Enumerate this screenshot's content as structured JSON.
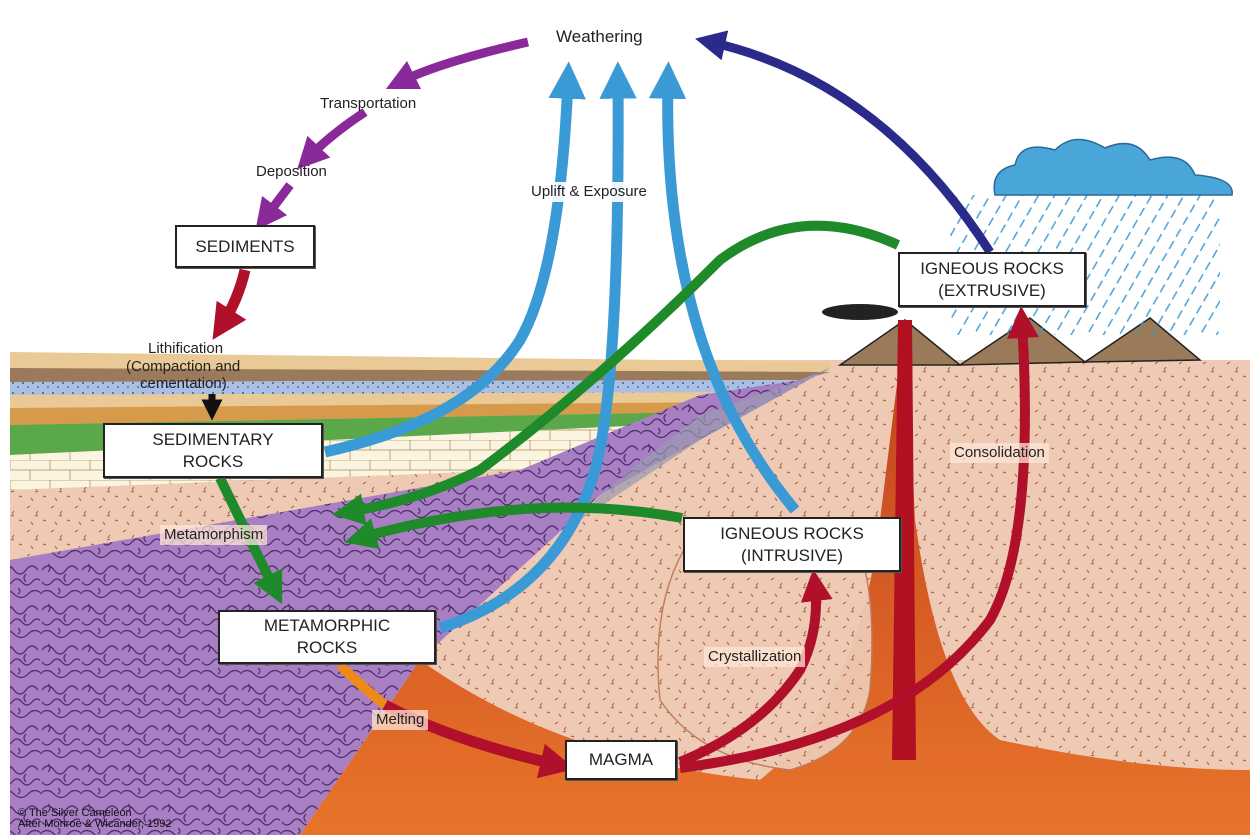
{
  "boxes": {
    "sediments": "SEDIMENTS",
    "sedimentary_rocks": [
      "SEDIMENTARY",
      "ROCKS"
    ],
    "metamorphic_rocks": [
      "METAMORPHIC",
      "ROCKS"
    ],
    "magma": "MAGMA",
    "igneous_intrusive": [
      "IGNEOUS ROCKS",
      "(INTRUSIVE)"
    ],
    "igneous_extrusive": [
      "IGNEOUS ROCKS",
      "(EXTRUSIVE)"
    ]
  },
  "labels": {
    "weathering": "Weathering",
    "transportation": "Transportation",
    "deposition": "Deposition",
    "lithification": "Lithification",
    "lithification_detail_1": "(Compaction and",
    "lithification_detail_2": "cementation)",
    "uplift_exposure": "Uplift & Exposure",
    "metamorphism": "Metamorphism",
    "melting": "Melting",
    "crystallization": "Crystallization",
    "consolidation": "Consolidation"
  },
  "credit": {
    "line1": "© The Silver Cameleon",
    "line2": "After Monroe & Wicander, 1992"
  },
  "colors": {
    "purple_arrow": "#8a2a9a",
    "red_arrow": "#b0102a",
    "blue_arrow": "#3a9ad6",
    "green_arrow": "#1e8a2a",
    "navy_arrow": "#2a2a8a",
    "orange_arrow": "#ee8a1a",
    "metamorphic_rock": "#a97fc4",
    "igneous_rock": "#eec9b4",
    "magma": "#d04a20",
    "mountain": "#9b7a5a",
    "cloud": "#4aa6d8"
  }
}
